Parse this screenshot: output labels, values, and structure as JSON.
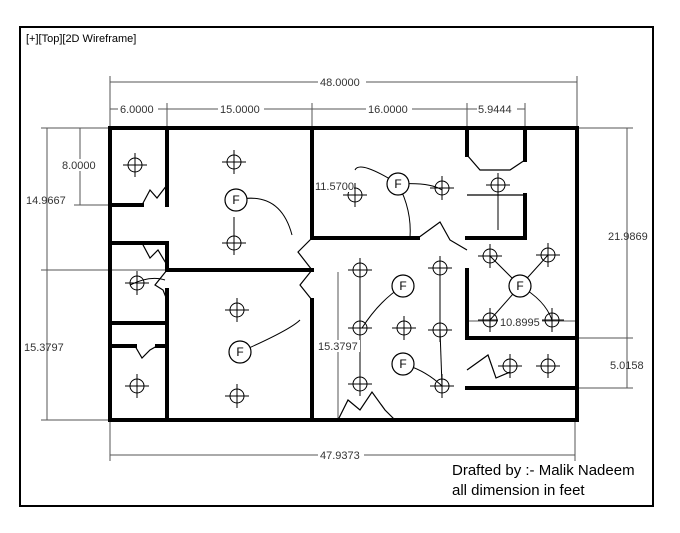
{
  "viewport": {
    "label": "[+][Top][2D Wireframe]"
  },
  "notes": {
    "drafted_by": "Drafted by :- Malik Nadeem",
    "units": "all dimension in feet"
  },
  "dimensions": {
    "overall_top": "48.0000",
    "top_seg_1": "6.0000",
    "top_seg_2": "15.0000",
    "top_seg_3": "16.0000",
    "top_seg_4": "5.9444",
    "overall_bottom": "47.9373",
    "left_upper": "14.9667",
    "left_room": "8.0000",
    "left_lower": "15.3797",
    "interior_1": "11.5700",
    "interior_2": "15.3797",
    "interior_3": "10.8995",
    "right_upper": "21.9869",
    "right_lower": "5.0158"
  },
  "fixture_label": "F",
  "colors": {
    "walls": "#000000",
    "dim_lines": "#555555"
  }
}
